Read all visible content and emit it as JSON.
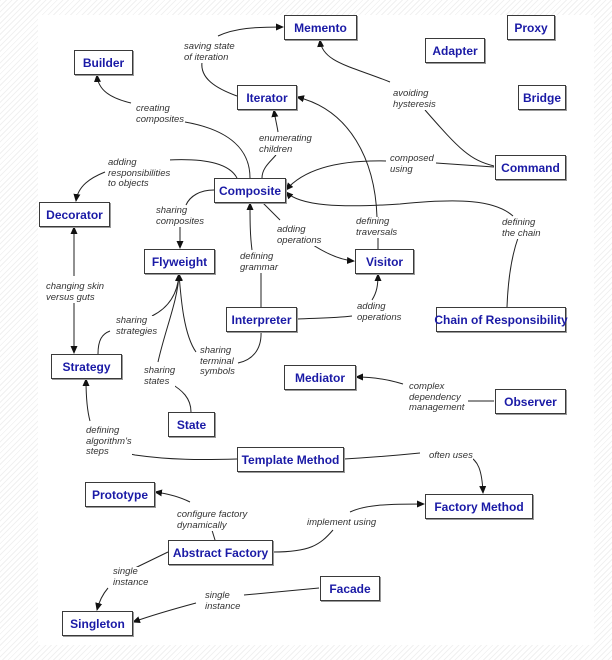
{
  "title": "Design Pattern Relationships",
  "colors": {
    "pattern_text": "#1a1aa6",
    "line": "#222222",
    "label_text": "#333333"
  },
  "patterns": {
    "memento": "Memento",
    "proxy": "Proxy",
    "adapter": "Adapter",
    "builder": "Builder",
    "iterator": "Iterator",
    "bridge": "Bridge",
    "command": "Command",
    "composite": "Composite",
    "decorator": "Decorator",
    "flyweight": "Flyweight",
    "visitor": "Visitor",
    "interpreter": "Interpreter",
    "chain": "Chain of Responsibility",
    "strategy": "Strategy",
    "mediator": "Mediator",
    "observer": "Observer",
    "state": "State",
    "template_method": "Template Method",
    "prototype": "Prototype",
    "factory_method": "Factory Method",
    "abstract_factory": "Abstract Factory",
    "facade": "Facade",
    "singleton": "Singleton"
  },
  "relations": [
    {
      "from": "Iterator",
      "to": "Memento",
      "label": "saving state\nof iteration"
    },
    {
      "from": "Command",
      "to": "Memento",
      "label": "avoiding\nhysteresis"
    },
    {
      "from": "Composite",
      "to": "Builder",
      "label": "creating\ncomposites"
    },
    {
      "from": "Composite",
      "to": "Iterator",
      "label": "enumerating\nchildren"
    },
    {
      "from": "Visitor",
      "to": "Iterator",
      "label": "defining\ntraversals"
    },
    {
      "from": "Command",
      "to": "Composite",
      "label": "composed\nusing"
    },
    {
      "from": "Composite",
      "to": "Decorator",
      "label": "adding\nresponsibilities\nto objects"
    },
    {
      "from": "Composite",
      "to": "Flyweight",
      "label": "sharing\ncomposites"
    },
    {
      "from": "Composite",
      "to": "Visitor",
      "label": "adding\noperations"
    },
    {
      "from": "Chain of Responsibility",
      "to": "Composite",
      "label": "defining\nthe chain"
    },
    {
      "from": "Interpreter",
      "to": "Composite",
      "label": "defining\ngrammar"
    },
    {
      "from": "Decorator",
      "to": "Strategy",
      "label": "changing skin\nversus guts"
    },
    {
      "from": "Strategy",
      "to": "Flyweight",
      "label": "sharing\nstrategies"
    },
    {
      "from": "State",
      "to": "Flyweight",
      "label": "sharing\nstates"
    },
    {
      "from": "Interpreter",
      "to": "Flyweight",
      "label": "sharing\nterminal\nsymbols"
    },
    {
      "from": "Interpreter",
      "to": "Visitor",
      "label": "adding\noperations"
    },
    {
      "from": "Observer",
      "to": "Mediator",
      "label": "complex\ndependency\nmanagement"
    },
    {
      "from": "Template Method",
      "to": "Strategy",
      "label": "defining\nalgorithm's\nsteps"
    },
    {
      "from": "Template Method",
      "to": "Factory Method",
      "label": "often uses"
    },
    {
      "from": "Abstract Factory",
      "to": "Prototype",
      "label": "configure factory\ndynamically"
    },
    {
      "from": "Abstract Factory",
      "to": "Factory Method",
      "label": "implement using"
    },
    {
      "from": "Abstract Factory",
      "to": "Singleton",
      "label": "single\ninstance"
    },
    {
      "from": "Facade",
      "to": "Singleton",
      "label": "single\ninstance"
    }
  ]
}
